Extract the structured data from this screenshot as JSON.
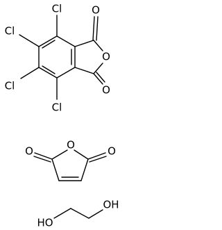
{
  "molecules": [
    {
      "atom_labels": {
        "cl_top": "Cl",
        "cl_upper_left": "Cl",
        "cl_lower_left": "Cl",
        "cl_bottom": "Cl",
        "carbonyl_o_top": "O",
        "ring_o": "O",
        "carbonyl_o_bottom": "O"
      }
    },
    {
      "atom_labels": {
        "carbonyl_o_left": "O",
        "ring_o": "O",
        "carbonyl_o_right": "O"
      }
    },
    {
      "atom_labels": {
        "hydroxyl_left": "HO",
        "hydroxyl_right": "OH"
      }
    }
  ]
}
